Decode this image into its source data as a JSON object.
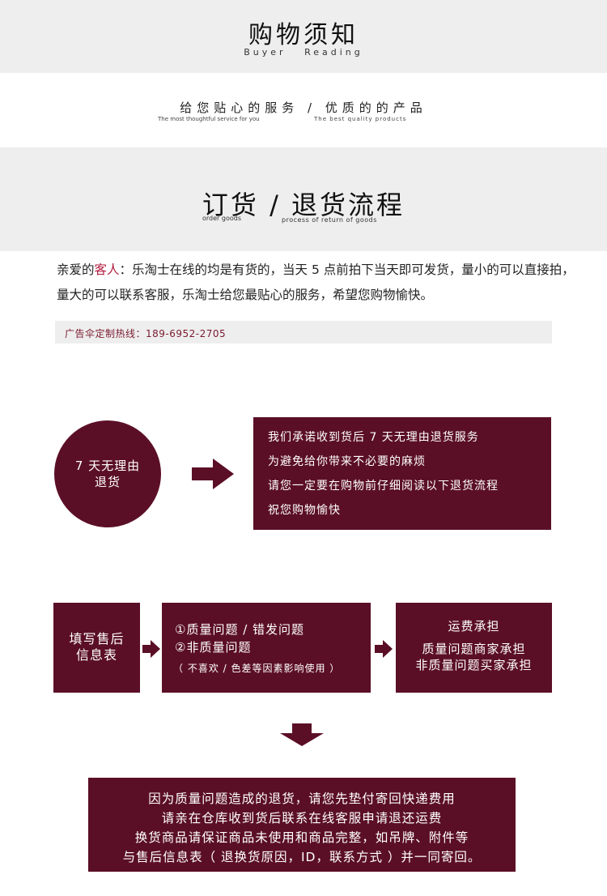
{
  "header": {
    "title": "购物须知",
    "subtitle": "Buyer   Reading"
  },
  "slogan": {
    "cn": "给您贴心的服务 / 优质的的产品",
    "en_left": "The most thoughtful service for you",
    "en_right": "The best quality products"
  },
  "section": {
    "title": "订货 / 退货流程",
    "subtitle_left": "order goods",
    "subtitle_right": "process of return of goods"
  },
  "intro": {
    "part1": "亲爱的",
    "highlight": "客人",
    "part2": "：乐淘士在线的均是有货的，当天 5 点前拍下当天即可发货，量小的可以直接拍，量大的可以联系客服，乐淘士给您最贴心的服务，希望您购物愉快。"
  },
  "hotline": "广告伞定制热线：189-6952-2705",
  "policy": {
    "circle_line1": "7 天无理由",
    "circle_line2": "退货",
    "promise_lines": [
      "我们承诺收到货后 7 天无理由退货服务",
      "为避免给你带来不必要的麻烦",
      "请您一定要在购物前仔细阅读以下退货流程",
      "祝您购物愉快"
    ]
  },
  "flow": {
    "step1_line1": "填写售后",
    "step1_line2": "信息表",
    "step2_line1": "①质量问题 / 错发问题",
    "step2_line2": "②非质量问题",
    "step2_line3": "（ 不喜欢 / 色差等因素影响使用 ）",
    "step3_title": "运费承担",
    "step3_line1": "质量问题商家承担",
    "step3_line2": "非质量问题买家承担"
  },
  "final_notice": [
    "因为质量问题造成的退货，请您先垫付寄回快递费用",
    "请亲在仓库收到货后联系在线客服申请退还运费",
    "换货商品请保证商品未使用和商品完整，如吊牌、附件等",
    "与售后信息表（ 退换货原因，ID，联系方式 ）并一同寄回。"
  ],
  "colors": {
    "accent": "#5b0f27",
    "band": "#eeeeee",
    "highlight": "#b0183c",
    "hotline_text": "#7a1a2e"
  },
  "icons": [
    "arrow-right-icon",
    "arrow-right-icon",
    "arrow-right-icon",
    "arrow-down-icon"
  ]
}
